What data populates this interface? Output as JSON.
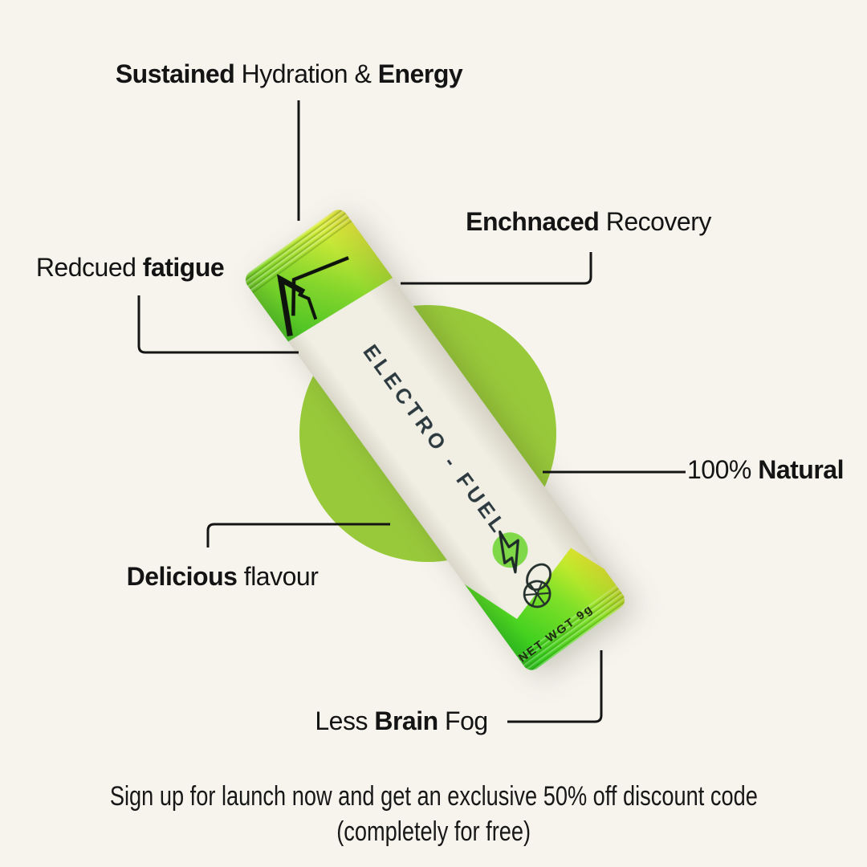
{
  "product": {
    "title": "ELECTRO - FUEL",
    "net_weight": "NET WGT 9g"
  },
  "callouts": {
    "sustained": {
      "segments": [
        {
          "t": "Sustained",
          "b": true
        },
        {
          "t": " Hydration & ",
          "b": false
        },
        {
          "t": "Energy",
          "b": true
        }
      ]
    },
    "enhanced": {
      "segments": [
        {
          "t": "Enchnaced",
          "b": true
        },
        {
          "t": " Recovery",
          "b": false
        }
      ]
    },
    "reduced": {
      "segments": [
        {
          "t": "Redcued ",
          "b": false
        },
        {
          "t": "fatigue",
          "b": true
        }
      ]
    },
    "natural": {
      "segments": [
        {
          "t": "100% ",
          "b": false
        },
        {
          "t": "Natural",
          "b": true
        }
      ]
    },
    "delicious": {
      "segments": [
        {
          "t": "Delicious",
          "b": true
        },
        {
          "t": " flavour",
          "b": false
        }
      ]
    },
    "brainfog": {
      "segments": [
        {
          "t": "Less ",
          "b": false
        },
        {
          "t": "Brain",
          "b": true
        },
        {
          "t": " Fog",
          "b": false
        }
      ]
    }
  },
  "footer": {
    "line1": "Sign up for launch now and get an exclusive 50% off discount code",
    "line2": "(completely for free)"
  },
  "colors": {
    "background": "#f6f4ed",
    "circle_green": "#98c93a",
    "pack_green": "#3fbf22",
    "pack_yellow": "#eef23a",
    "pack_body_cream": "#f1efe4",
    "title_ink": "#2c3a40",
    "line_ink": "#141414",
    "bolt_badge_green": "#7fd848"
  }
}
